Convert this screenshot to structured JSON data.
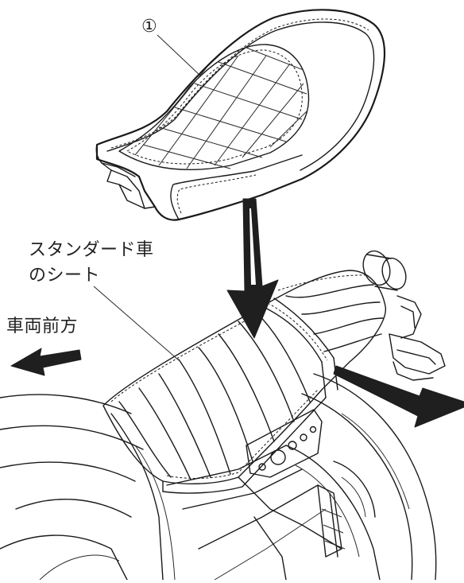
{
  "labels": {
    "callout_number": "①",
    "standard_seat_line1": "スタンダード車",
    "standard_seat_line2": "のシート",
    "vehicle_front": "車両前方"
  },
  "colors": {
    "line": "#1a1a1a",
    "arrow_fill": "#1f1f1f",
    "background": "#ffffff"
  },
  "icons": {
    "down_arrow": "down-arrow-icon",
    "front_arrow": "left-arrow-icon",
    "rear_arrow": "right-down-arrow-icon"
  }
}
